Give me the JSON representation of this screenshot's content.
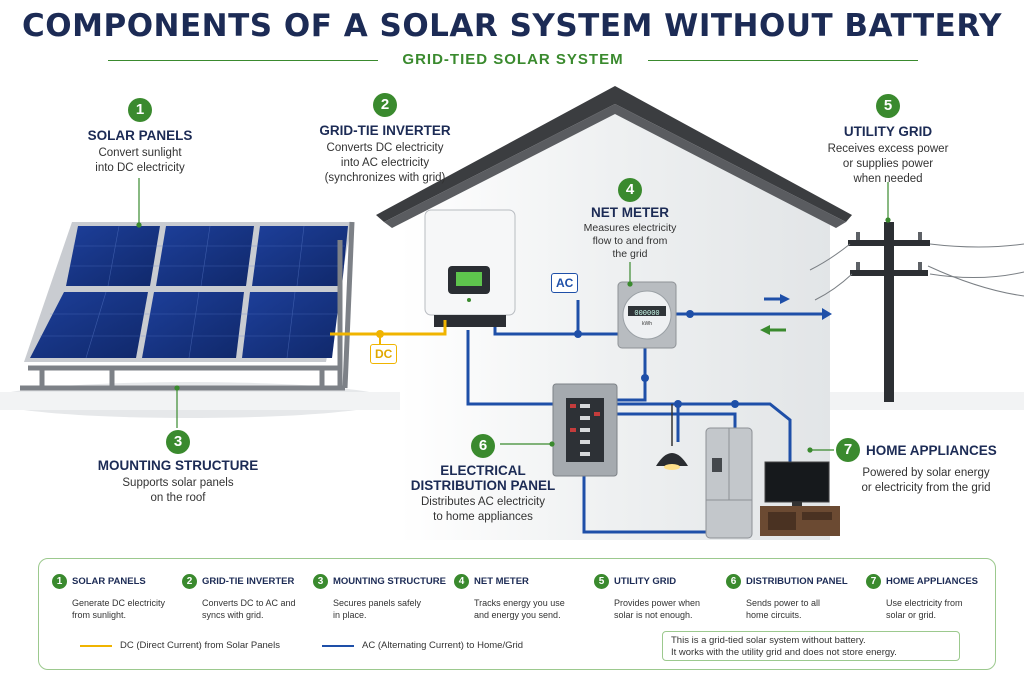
{
  "title": "COMPONENTS OF A SOLAR SYSTEM WITHOUT BATTERY",
  "subtitle": "GRID-TIED SOLAR SYSTEM",
  "callouts": [
    {
      "num": "1",
      "title": "SOLAR PANELS",
      "desc_lines": [
        "Convert sunlight",
        "into DC electricity"
      ]
    },
    {
      "num": "2",
      "title": "GRID-TIE INVERTER",
      "desc_lines": [
        "Converts DC electricity",
        "into AC electricity",
        "(synchronizes with grid)"
      ]
    },
    {
      "num": "3",
      "title": "MOUNTING STRUCTURE",
      "desc_lines": [
        "Supports solar panels",
        "on the roof"
      ]
    },
    {
      "num": "4",
      "title": "NET METER",
      "desc_lines": [
        "Measures electricity",
        "flow to and from",
        "the grid"
      ]
    },
    {
      "num": "5",
      "title": "UTILITY GRID",
      "desc_lines": [
        "Receives excess power",
        "or supplies power",
        "when needed"
      ]
    },
    {
      "num": "6",
      "title_lines": [
        "ELECTRICAL",
        "DISTRIBUTION PANEL"
      ],
      "desc_lines": [
        "Distributes AC electricity",
        "to home appliances"
      ]
    },
    {
      "num": "7",
      "title": "HOME APPLIANCES",
      "desc_lines": [
        "Powered by solar energy",
        "or electricity from the grid"
      ]
    }
  ],
  "tags": {
    "dc": "DC",
    "ac": "AC"
  },
  "meter_display": {
    "reading": "000000",
    "unit": "kWh"
  },
  "legend": [
    {
      "num": "1",
      "title": "SOLAR PANELS",
      "desc_lines": [
        "Generate DC electricity",
        "from sunlight."
      ]
    },
    {
      "num": "2",
      "title": "GRID-TIE INVERTER",
      "desc_lines": [
        "Converts DC to AC and",
        "syncs with grid."
      ]
    },
    {
      "num": "3",
      "title": "MOUNTING STRUCTURE",
      "desc_lines": [
        "Secures panels safely",
        "in place."
      ]
    },
    {
      "num": "4",
      "title": "NET METER",
      "desc_lines": [
        "Tracks energy you use",
        "and energy you send."
      ]
    },
    {
      "num": "5",
      "title": "UTILITY GRID",
      "desc_lines": [
        "Provides power when",
        "solar is not enough."
      ]
    },
    {
      "num": "6",
      "title": "DISTRIBUTION PANEL",
      "desc_lines": [
        "Sends power to all",
        "home circuits."
      ]
    },
    {
      "num": "7",
      "title": "HOME APPLIANCES",
      "desc_lines": [
        "Use electricity from",
        "solar or grid."
      ]
    }
  ],
  "keys": {
    "dc": "DC (Direct Current) from Solar Panels",
    "ac": "AC (Alternating Current) to Home/Grid"
  },
  "note_lines": [
    "This is a grid-tied solar system without battery.",
    "It works with the utility grid and does not store energy."
  ],
  "colors": {
    "green": "#3a8a2e",
    "navy": "#1c2b55",
    "dc_line": "#f0b400",
    "ac_line": "#1e4fa8"
  }
}
